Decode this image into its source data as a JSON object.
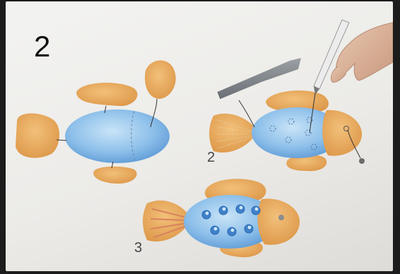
{
  "heading": {
    "number": "2"
  },
  "steps": [
    {
      "label": "2"
    },
    {
      "label": "3"
    }
  ],
  "colors": {
    "body_blue": "#7fb7e6",
    "body_blue_light": "#b4d8f3",
    "fin_orange": "#e7a85a",
    "fin_stripe": "#d9825d",
    "eye_grey": "#8d8d8d"
  },
  "icons": [
    "knife-icon",
    "pencil-icon",
    "hand-icon"
  ]
}
